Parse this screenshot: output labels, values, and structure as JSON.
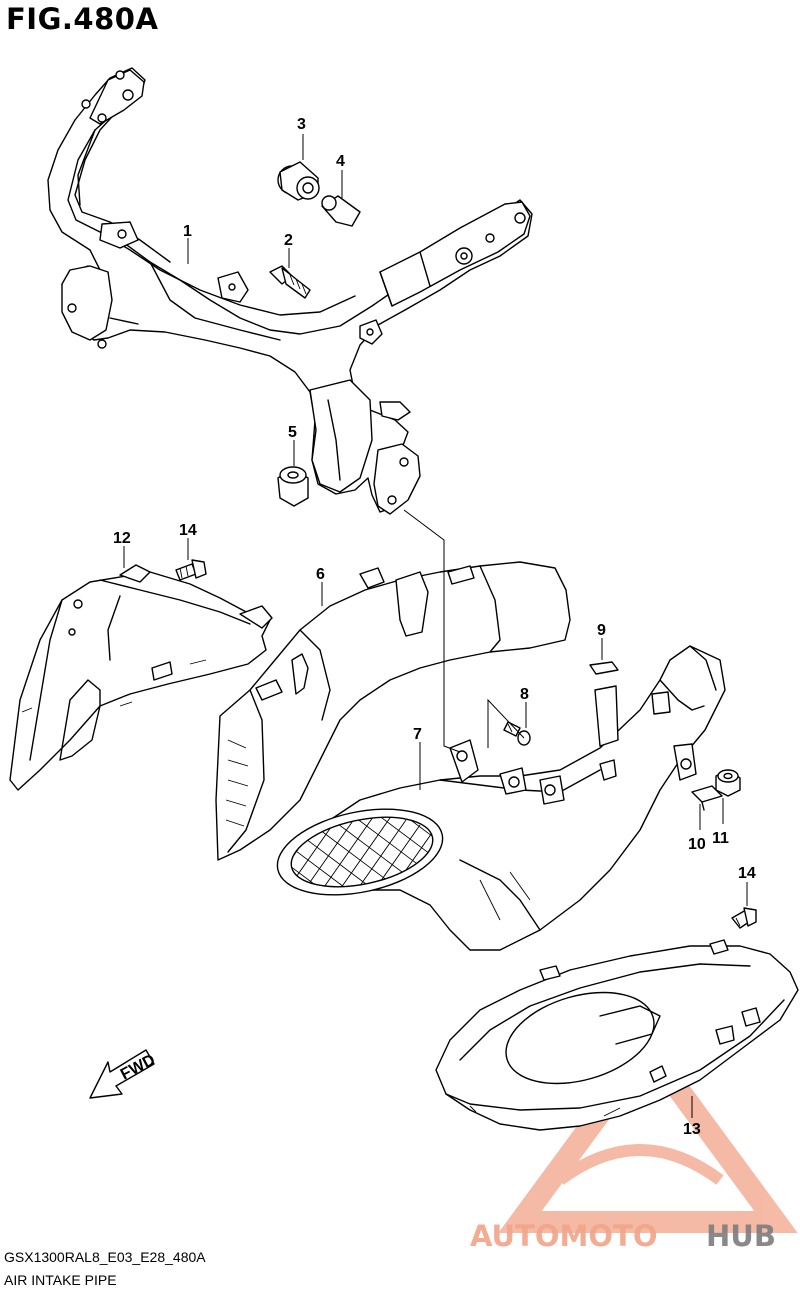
{
  "figure": {
    "title": "FIG.480A"
  },
  "callouts": {
    "c1": "1",
    "c2": "2",
    "c3": "3",
    "c4": "4",
    "c5": "5",
    "c6": "6",
    "c7": "7",
    "c8": "8",
    "c9": "9",
    "c10": "10",
    "c11": "11",
    "c12": "12",
    "c14a": "14",
    "c14b": "14",
    "c13": "13"
  },
  "fwd_label": "FWD",
  "watermark": {
    "part1": "AUTOMOTO",
    "part2": "HUB",
    "color_primary": "#f2a489",
    "color_secondary": "#7d7d7d"
  },
  "footer": {
    "code": "GSX1300RAL8_E03_E28_480A",
    "name": "AIR INTAKE PIPE"
  }
}
